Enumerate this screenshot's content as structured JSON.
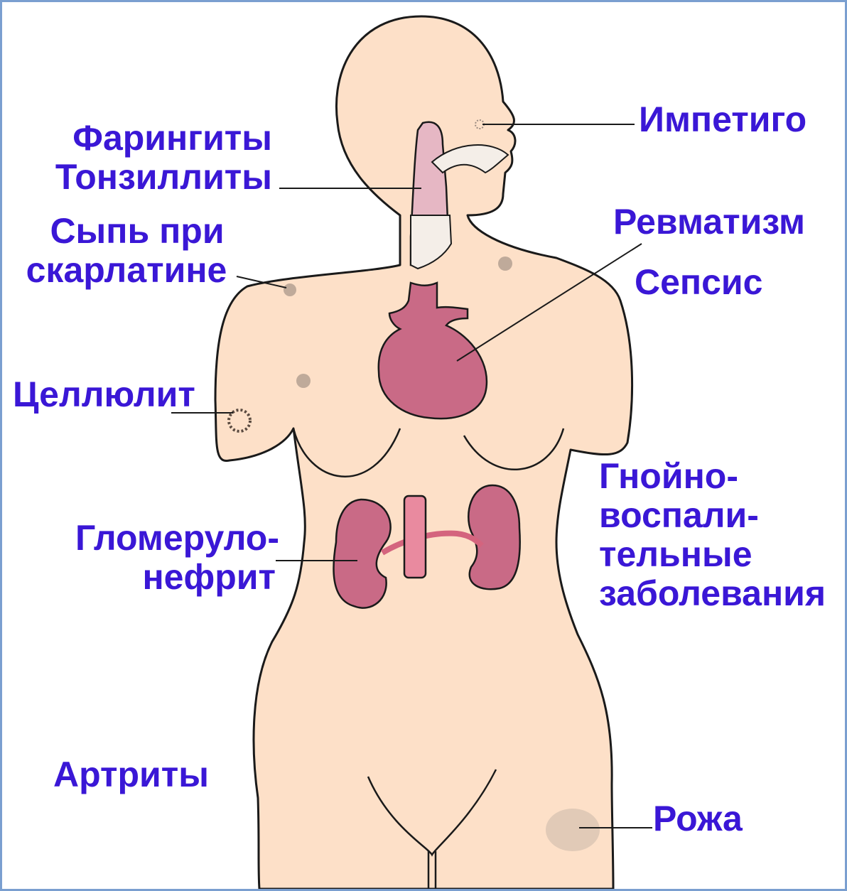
{
  "labels": {
    "impetigo": "Импетиго",
    "pharyngitis": "Фарингиты",
    "tonsillitis": "Тонзиллиты",
    "rash_line1": "Сыпь при",
    "rash_line2": "скарлатине",
    "rheumatism": "Ревматизм",
    "sepsis": "Сепсис",
    "cellulitis": "Целлюлит",
    "purulent_line1": "Гнойно-",
    "purulent_line2": "воспали-",
    "purulent_line3": "тельные",
    "purulent_line4": "заболевания",
    "glomerulo_line1": "Гломеруло-",
    "glomerulo_line2": "нефрит",
    "arthritis": "Артриты",
    "erysipelas": "Рожа"
  },
  "colors": {
    "label_text": "#3a17d6",
    "skin": "#fde0c8",
    "organ": "#c96a86",
    "frame_border": "#7a9fd0"
  }
}
